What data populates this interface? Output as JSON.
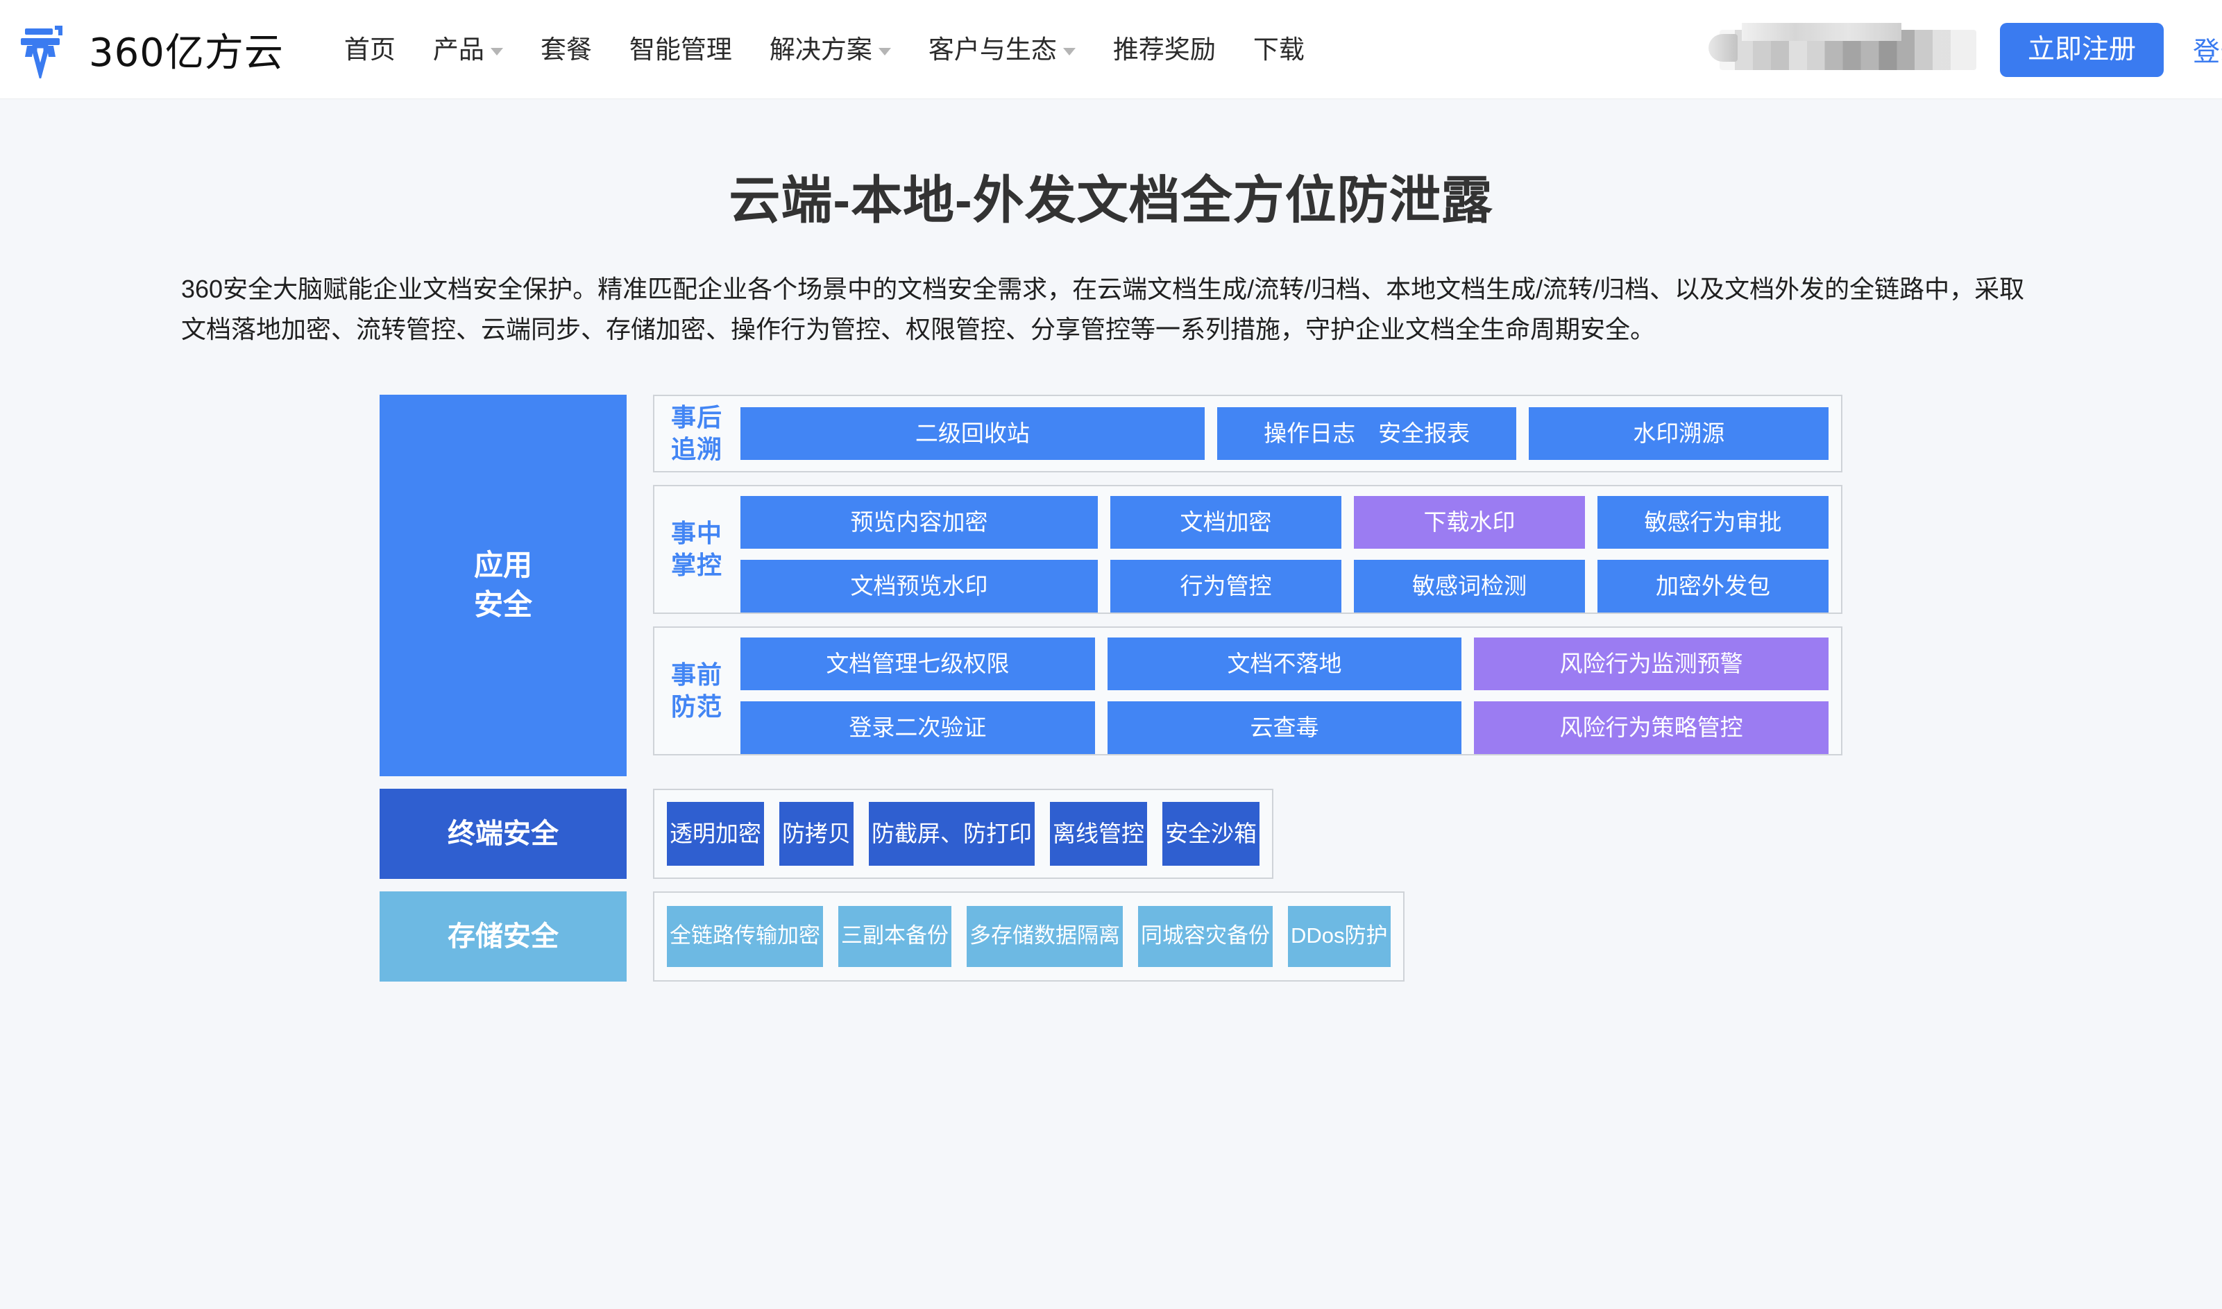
{
  "header": {
    "brand_name": "360亿方云",
    "logo_icon": "yifangyun-logo-icon",
    "nav": [
      {
        "label": "首页",
        "has_caret": false
      },
      {
        "label": "产品",
        "has_caret": true
      },
      {
        "label": "套餐",
        "has_caret": false
      },
      {
        "label": "智能管理",
        "has_caret": false
      },
      {
        "label": "解决方案",
        "has_caret": true
      },
      {
        "label": "客户与生态",
        "has_caret": true
      },
      {
        "label": "推荐奖励",
        "has_caret": false
      },
      {
        "label": "下载",
        "has_caret": false
      }
    ],
    "register_label": "立即注册",
    "login_label": "登录",
    "accent_color": "#3a7bf0"
  },
  "hero": {
    "title": "云端-本地-外发文档全方位防泄露",
    "description": "360安全大脑赋能企业文档安全保护。精准匹配企业各个场景中的文档安全需求，在云端文档生成/流转/归档、本地文档生成/流转/归档、以及文档外发的全链路中，采取文档落地加密、流转管控、云端同步、存储加密、操作行为管控、权限管控、分享管控等一系列措施，守护企业文档全生命周期安全。"
  },
  "diagram": {
    "colors": {
      "blue": "#4285f4",
      "deep_blue": "#2f5fd0",
      "light_blue": "#6db9e3",
      "purple": "#9b7cf2",
      "panel_border": "#cfd3d8",
      "panel_bg": "#f8fafc"
    },
    "rows": [
      {
        "category": "应用\n安全",
        "category_style": "app",
        "panels": [
          {
            "phase": "事后\n追溯",
            "layout": "after",
            "tile_rows": [
              [
                {
                  "label": "二级回收站",
                  "color": "blue",
                  "grow": "g-wide"
                },
                {
                  "label": "操作日志　安全报表",
                  "color": "blue",
                  "grow": "g-mid"
                },
                {
                  "label": "水印溯源",
                  "color": "blue",
                  "grow": "g-mid"
                }
              ]
            ]
          },
          {
            "phase": "事中\n掌控",
            "layout": "during",
            "tile_rows": [
              [
                {
                  "label": "预览内容加密",
                  "color": "blue",
                  "grow": "g-wide"
                },
                {
                  "label": "文档加密",
                  "color": "blue",
                  "grow": "g-mid"
                },
                {
                  "label": "下载水印",
                  "color": "purple",
                  "grow": "g-mid"
                },
                {
                  "label": "敏感行为审批",
                  "color": "blue",
                  "grow": "g-mid"
                }
              ],
              [
                {
                  "label": "文档预览水印",
                  "color": "blue",
                  "grow": "g-wide"
                },
                {
                  "label": "行为管控",
                  "color": "blue",
                  "grow": "g-mid"
                },
                {
                  "label": "敏感词检测",
                  "color": "blue",
                  "grow": "g-mid"
                },
                {
                  "label": "加密外发包",
                  "color": "blue",
                  "grow": "g-mid"
                }
              ]
            ]
          },
          {
            "phase": "事前\n防范",
            "layout": "before",
            "tile_rows": [
              [
                {
                  "label": "文档管理七级权限",
                  "color": "blue",
                  "grow": "g-eq"
                },
                {
                  "label": "文档不落地",
                  "color": "blue",
                  "grow": "g-eq"
                },
                {
                  "label": "风险行为监测预警",
                  "color": "purple",
                  "grow": "g-eq"
                }
              ],
              [
                {
                  "label": "登录二次验证",
                  "color": "blue",
                  "grow": "g-eq"
                },
                {
                  "label": "云查毒",
                  "color": "blue",
                  "grow": "g-eq"
                },
                {
                  "label": "风险行为策略管控",
                  "color": "purple",
                  "grow": "g-eq"
                }
              ]
            ]
          }
        ]
      },
      {
        "category": "终端安全",
        "category_style": "endpoint",
        "flat_layout": "flat",
        "tiles": [
          {
            "label": "透明加密",
            "color": "deep"
          },
          {
            "label": "防拷贝",
            "color": "deep"
          },
          {
            "label": "防截屏、防打印",
            "color": "deep"
          },
          {
            "label": "离线管控",
            "color": "deep"
          },
          {
            "label": "安全沙箱",
            "color": "deep"
          }
        ]
      },
      {
        "category": "存储安全",
        "category_style": "storage",
        "flat_layout": "flat-sm",
        "tiles": [
          {
            "label": "全链路传输加密",
            "color": "light"
          },
          {
            "label": "三副本备份",
            "color": "light"
          },
          {
            "label": "多存储数据隔离",
            "color": "light"
          },
          {
            "label": "同城容灾备份",
            "color": "light"
          },
          {
            "label": "DDos防护",
            "color": "light"
          }
        ]
      }
    ]
  }
}
